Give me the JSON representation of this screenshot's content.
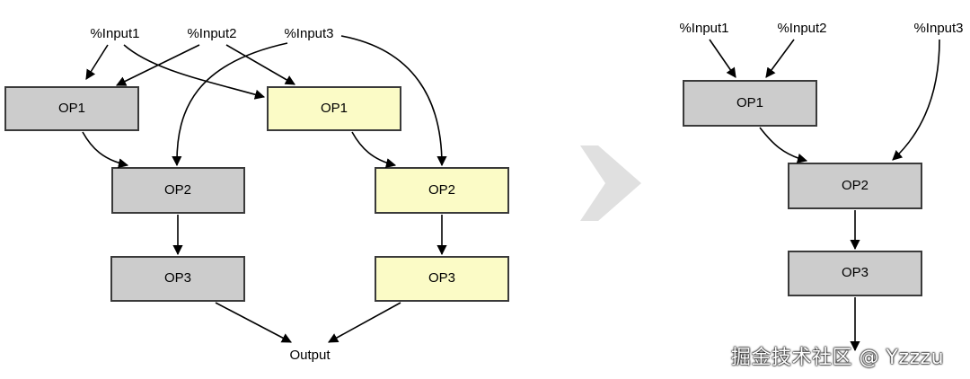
{
  "colors": {
    "gray_node": "#cccccc",
    "yellow_node": "#fbfbc6",
    "border": "#3a3a3a",
    "edge": "#000000",
    "transform_arrow": "#e0e0e0"
  },
  "left": {
    "inputs": [
      "%Input1",
      "%Input2",
      "%Input3"
    ],
    "branch_a": {
      "op1": "OP1",
      "op2": "OP2",
      "op3": "OP3"
    },
    "branch_b": {
      "op1": "OP1",
      "op2": "OP2",
      "op3": "OP3"
    },
    "output": "Output"
  },
  "transform_arrow_icon": "right-arrow-icon",
  "right": {
    "inputs": [
      "%Input1",
      "%Input2",
      "%Input3"
    ],
    "op1": "OP1",
    "op2": "OP2",
    "op3": "OP3"
  },
  "watermark": "掘金技术社区 @ Yzzzu"
}
